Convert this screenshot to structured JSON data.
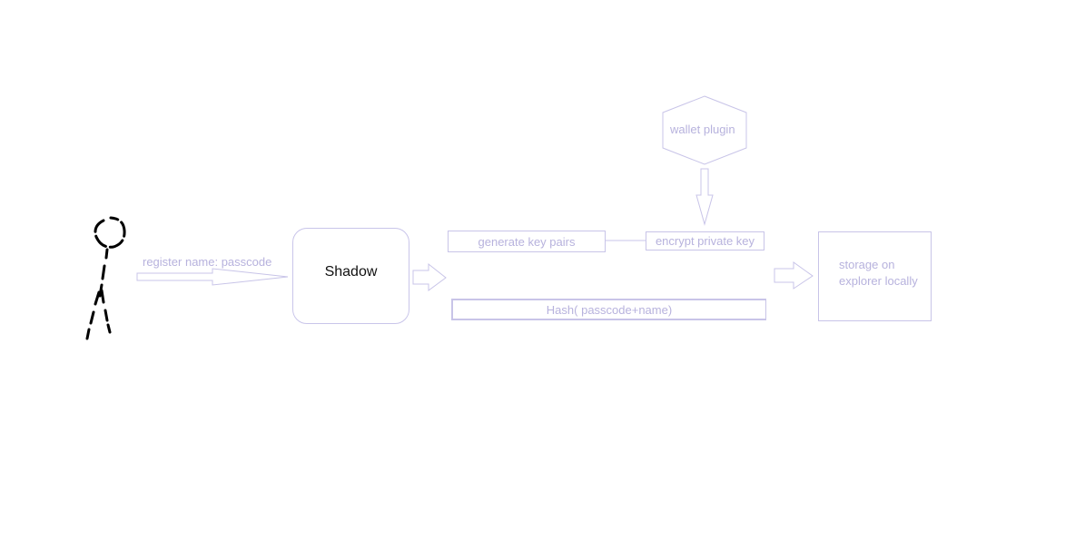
{
  "diagram": {
    "actor_label": "register name:  passcode",
    "shadow_title": "Shadow",
    "wallet_plugin_label": "wallet plugin",
    "generate_key_pairs_label": "generate key pairs",
    "encrypt_private_key_label": "encrypt private key",
    "hash_label": "Hash( passcode+name)",
    "storage_line1": "storage on",
    "storage_line2": "explorer locally"
  },
  "colors": {
    "outline": "#c8c4e8",
    "label": "#b7b2dd",
    "stick_figure": "#000000",
    "title_text": "#111111"
  }
}
